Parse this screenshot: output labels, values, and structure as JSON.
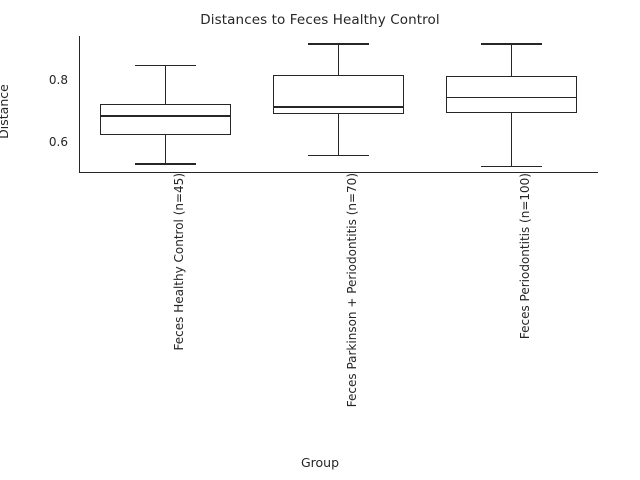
{
  "chart_data": {
    "type": "box",
    "title": "Distances to Feces Healthy Control",
    "xlabel": "Group",
    "ylabel": "Distance",
    "grid": false,
    "legend": null,
    "ylim": [
      0.5,
      0.94
    ],
    "ytick_values": [
      0.8,
      0.6
    ],
    "ytick_labels": [
      "0.8",
      "0.6"
    ],
    "categories": [
      "Feces Healthy Control (n=45)",
      "Feces Parkinson + Periodontitis (n=70)",
      "Feces Periodontitis (n=100)"
    ],
    "boxes": [
      {
        "name": "Feces Healthy Control (n=45)",
        "n": 45,
        "whisker_low": 0.531,
        "q1": 0.621,
        "median": 0.686,
        "q3": 0.721,
        "whisker_high": 0.847,
        "outliers": []
      },
      {
        "name": "Feces Parkinson + Periodontitis (n=70)",
        "n": 70,
        "whisker_low": 0.559,
        "q1": 0.69,
        "median": 0.714,
        "q3": 0.814,
        "whisker_high": 0.917,
        "outliers": []
      },
      {
        "name": "Feces Periodontitis (n=100)",
        "n": 100,
        "whisker_low": 0.524,
        "q1": 0.693,
        "median": 0.745,
        "q3": 0.81,
        "whisker_high": 0.917,
        "outliers": []
      }
    ],
    "colors": {
      "line": "#262626",
      "box_fill": "#ffffff",
      "background": "#ffffff",
      "text": "#262626"
    }
  }
}
